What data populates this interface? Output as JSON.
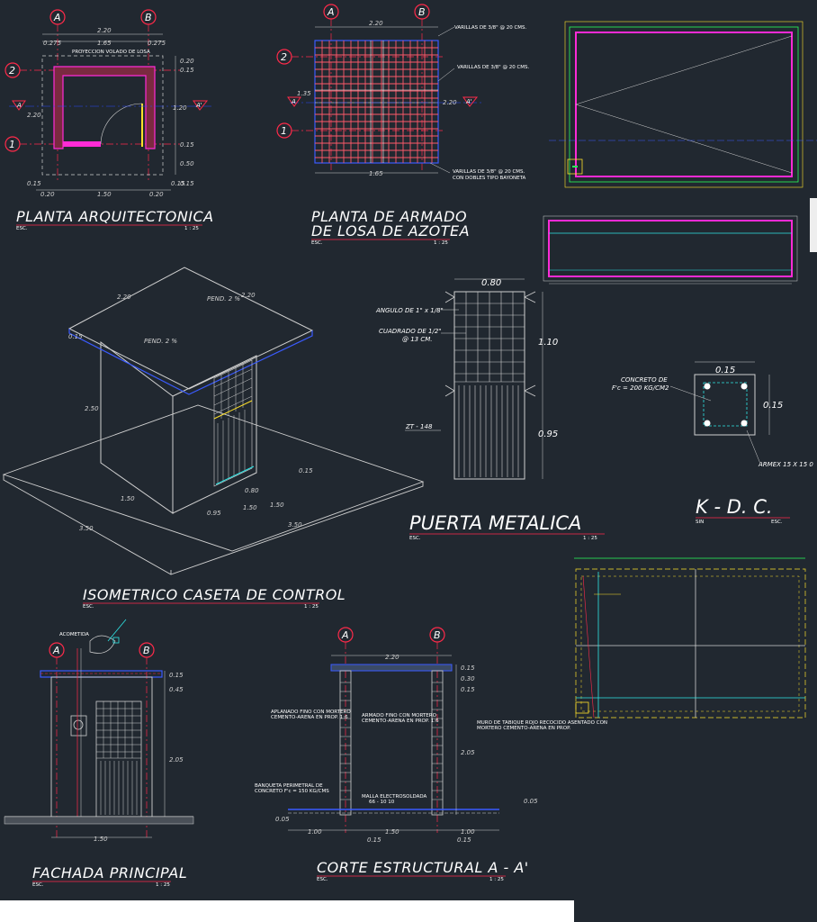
{
  "drawings": {
    "planta_arquitectonica": {
      "title": "PLANTA   ARQUITECTONICA",
      "scale_left": "ESC.",
      "scale_right": "1 : 25",
      "axes": [
        "A",
        "B",
        "2",
        "1"
      ],
      "section_marks": [
        "A",
        "A'"
      ],
      "note": "PROYECCION VOLADO DE LOSA",
      "dims_top": [
        "2.20",
        "0.275",
        "1.65",
        "0.275"
      ],
      "dims_right": [
        "0.20",
        "0.15",
        "1.20",
        "0.15",
        "0.50",
        "0.15"
      ],
      "dims_left": "2.20",
      "dims_bottom": [
        "0.15",
        "0.20",
        "1.50",
        "0.20",
        "0.15"
      ]
    },
    "planta_armado": {
      "title_line1": "PLANTA DE ARMADO",
      "title_line2": "DE LOSA DE AZOTEA",
      "scale_left": "ESC.",
      "scale_right": "1 : 25",
      "axes": [
        "A",
        "B",
        "2",
        "1"
      ],
      "section_marks": [
        "A",
        "A'"
      ],
      "dims": [
        "2.20",
        "1.35",
        "2.20",
        "1.65"
      ],
      "notes": [
        "VARILLAS DE 3/8\" @ 20 CMS.",
        "VARILLAS DE 3/8\" @ 20 CMS.",
        "VARILLAS DE 3/8\" @ 20 CMS.",
        "CON DOBLES TIPO BAYONETA"
      ]
    },
    "isometrico": {
      "title": "ISOMETRICO CASETA DE CONTROL",
      "scale_left": "ESC.",
      "scale_right": "1 : 25",
      "notes": [
        "PEND. 2 %",
        "PEND. 2 %"
      ],
      "dims": [
        "2.20",
        "2.20",
        "0.15",
        "2.50",
        "1.50",
        "0.95",
        "1.50",
        "3.50",
        "3.50",
        "0.15",
        "0.80",
        "1.50"
      ]
    },
    "puerta": {
      "title": "PUERTA METALICA",
      "scale_left": "ESC.",
      "scale_right": "1 : 25",
      "notes": [
        "ANGULO DE 1\" x 1/8\"",
        "CUADRADO DE 1/2\"",
        "@ 13 CM.",
        "ZT - 148"
      ],
      "dims": [
        "0.80",
        "1.10",
        "0.95"
      ]
    },
    "kdc": {
      "title": "K - D. C.",
      "scale_left": "SIN",
      "scale_right": "ESC.",
      "notes": [
        "CONCRETO DE",
        "F'c = 200 KG/CM2",
        "ARMEX  15 X 15 0"
      ],
      "dims": [
        "0.15",
        "0.15"
      ]
    },
    "fachada": {
      "title": "FACHADA PRINCIPAL",
      "scale_left": "ESC.",
      "scale_right": "1 : 25",
      "axes": [
        "A",
        "B"
      ],
      "note": "ACOMETIDA",
      "dims": [
        "0.15",
        "0.45",
        "2.05",
        "1.50"
      ]
    },
    "corte": {
      "title": "CORTE ESTRUCTURAL A - A'",
      "scale_left": "ESC.",
      "scale_right": "1 : 25",
      "axes": [
        "A",
        "B"
      ],
      "notes": [
        "APLANADO FINO CON MORTERO",
        "CEMENTO-ARENA EN PROP. 1:6",
        "ARMADO FINO CON MORTERO",
        "CEMENTO-ARENA EN PROP. 1:6",
        "MURO DE TABIQUE ROJO RECOCIDO ASENTADO CON",
        "MORTERO CEMENTO-ARENA EN PROP.",
        "BANQUETA PERIMETRAL DE",
        "CONCRETO F'c = 150 KG/CMS",
        "MALLA ELECTROSOLDADA",
        "66 - 10 10"
      ],
      "dims": [
        "2.20",
        "0.15",
        "0.30",
        "0.15",
        "2.05",
        "0.05",
        "0.05",
        "1.00",
        "1.50",
        "1.00",
        "0.15",
        "0.15"
      ]
    }
  },
  "colors": {
    "background": "#212830",
    "magenta": "#ff2bd6",
    "red": "#ff2a4a",
    "yellow": "#ffe12a",
    "green": "#2aff5a",
    "cyan": "#2ee6e6",
    "blue": "#3a5bff",
    "white": "#ffffff"
  }
}
